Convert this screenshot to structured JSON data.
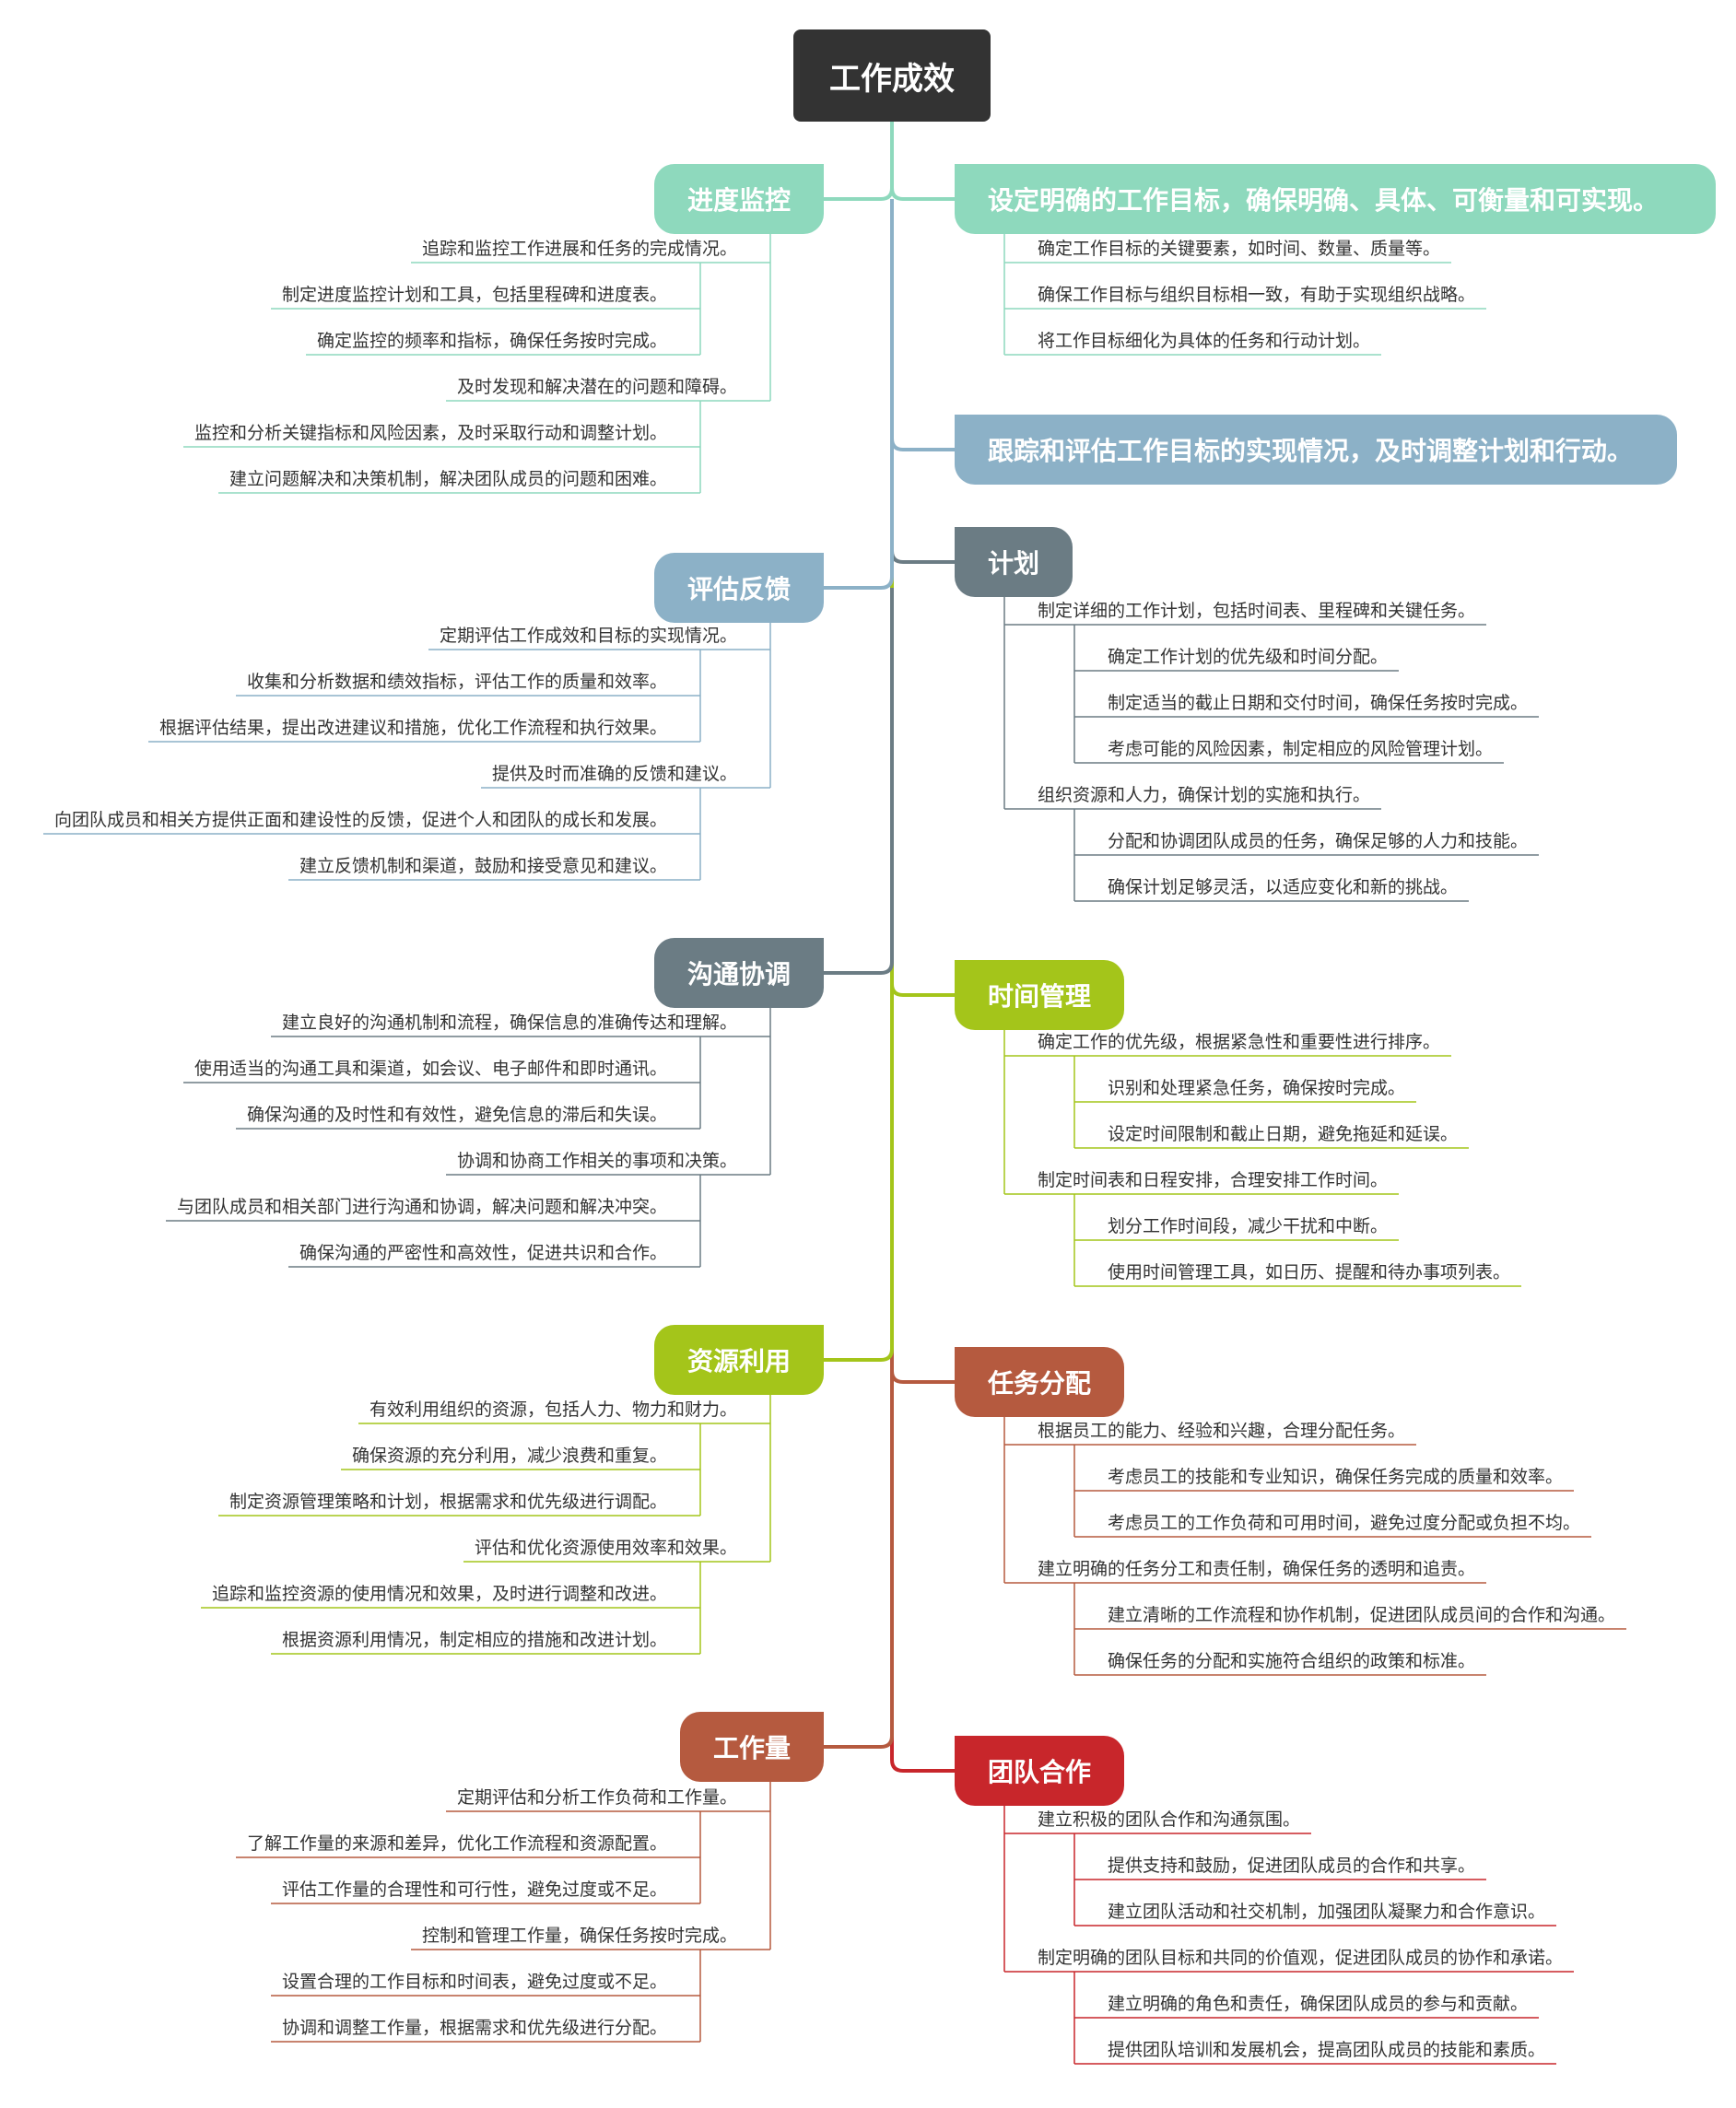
{
  "root": "工作成效",
  "colors": {
    "teal": "#8ed9bd",
    "blue": "#8cb1c7",
    "slate": "#6b7c84",
    "green": "#a4c51a",
    "brick": "#b55a3f",
    "red": "#c8262b"
  },
  "right": [
    {
      "id": "goal",
      "title": "设定明确的工作目标，确保明确、具体、可衡量和可实现。",
      "color": "#8ed9bd",
      "children": [
        {
          "text": "确定工作目标的关键要素，如时间、数量、质量等。",
          "children": []
        },
        {
          "text": "确保工作目标与组织目标相一致，有助于实现组织战略。",
          "children": []
        },
        {
          "text": "将工作目标细化为具体的任务和行动计划。",
          "children": []
        }
      ]
    },
    {
      "id": "track",
      "title": "跟踪和评估工作目标的实现情况，及时调整计划和行动。",
      "color": "#8cb1c7",
      "children": []
    },
    {
      "id": "plan",
      "title": "计划",
      "color": "#6b7c84",
      "children": [
        {
          "text": "制定详细的工作计划，包括时间表、里程碑和关键任务。",
          "children": [
            "确定工作计划的优先级和时间分配。",
            "制定适当的截止日期和交付时间，确保任务按时完成。",
            "考虑可能的风险因素，制定相应的风险管理计划。"
          ]
        },
        {
          "text": "组织资源和人力，确保计划的实施和执行。",
          "children": [
            "分配和协调团队成员的任务，确保足够的人力和技能。",
            "确保计划足够灵活，以适应变化和新的挑战。"
          ]
        }
      ]
    },
    {
      "id": "time",
      "title": "时间管理",
      "color": "#a4c51a",
      "children": [
        {
          "text": "确定工作的优先级，根据紧急性和重要性进行排序。",
          "children": [
            "识别和处理紧急任务，确保按时完成。",
            "设定时间限制和截止日期，避免拖延和延误。"
          ]
        },
        {
          "text": "制定时间表和日程安排，合理安排工作时间。",
          "children": [
            "划分工作时间段，减少干扰和中断。",
            "使用时间管理工具，如日历、提醒和待办事项列表。"
          ]
        }
      ]
    },
    {
      "id": "assign",
      "title": "任务分配",
      "color": "#b55a3f",
      "children": [
        {
          "text": "根据员工的能力、经验和兴趣，合理分配任务。",
          "children": [
            "考虑员工的技能和专业知识，确保任务完成的质量和效率。",
            "考虑员工的工作负荷和可用时间，避免过度分配或负担不均。"
          ]
        },
        {
          "text": "建立明确的任务分工和责任制，确保任务的透明和追责。",
          "children": [
            "建立清晰的工作流程和协作机制，促进团队成员间的合作和沟通。",
            "确保任务的分配和实施符合组织的政策和标准。"
          ]
        }
      ]
    },
    {
      "id": "team",
      "title": "团队合作",
      "color": "#c8262b",
      "children": [
        {
          "text": "建立积极的团队合作和沟通氛围。",
          "children": [
            "提供支持和鼓励，促进团队成员的合作和共享。",
            "建立团队活动和社交机制，加强团队凝聚力和合作意识。"
          ]
        },
        {
          "text": "制定明确的团队目标和共同的价值观，促进团队成员的协作和承诺。",
          "children": [
            "建立明确的角色和责任，确保团队成员的参与和贡献。",
            "提供团队培训和发展机会，提高团队成员的技能和素质。"
          ]
        }
      ]
    }
  ],
  "left": [
    {
      "id": "progress",
      "title": "进度监控",
      "color": "#8ed9bd",
      "children": [
        {
          "text": "追踪和监控工作进展和任务的完成情况。",
          "children": [
            "制定进度监控计划和工具，包括里程碑和进度表。",
            "确定监控的频率和指标，确保任务按时完成。"
          ]
        },
        {
          "text": "及时发现和解决潜在的问题和障碍。",
          "children": [
            "监控和分析关键指标和风险因素，及时采取行动和调整计划。",
            "建立问题解决和决策机制，解决团队成员的问题和困难。"
          ]
        }
      ]
    },
    {
      "id": "feedback",
      "title": "评估反馈",
      "color": "#8cb1c7",
      "children": [
        {
          "text": "定期评估工作成效和目标的实现情况。",
          "children": [
            "收集和分析数据和绩效指标，评估工作的质量和效率。",
            "根据评估结果，提出改进建议和措施，优化工作流程和执行效果。"
          ]
        },
        {
          "text": "提供及时而准确的反馈和建议。",
          "children": [
            "向团队成员和相关方提供正面和建设性的反馈，促进个人和团队的成长和发展。",
            "建立反馈机制和渠道，鼓励和接受意见和建议。"
          ]
        }
      ]
    },
    {
      "id": "comm",
      "title": "沟通协调",
      "color": "#6b7c84",
      "children": [
        {
          "text": "建立良好的沟通机制和流程，确保信息的准确传达和理解。",
          "children": [
            "使用适当的沟通工具和渠道，如会议、电子邮件和即时通讯。",
            "确保沟通的及时性和有效性，避免信息的滞后和失误。"
          ]
        },
        {
          "text": "协调和协商工作相关的事项和决策。",
          "children": [
            "与团队成员和相关部门进行沟通和协调，解决问题和解决冲突。",
            "确保沟通的严密性和高效性，促进共识和合作。"
          ]
        }
      ]
    },
    {
      "id": "resource",
      "title": "资源利用",
      "color": "#a4c51a",
      "children": [
        {
          "text": "有效利用组织的资源，包括人力、物力和财力。",
          "children": [
            "确保资源的充分利用，减少浪费和重复。",
            "制定资源管理策略和计划，根据需求和优先级进行调配。"
          ]
        },
        {
          "text": "评估和优化资源使用效率和效果。",
          "children": [
            "追踪和监控资源的使用情况和效果，及时进行调整和改进。",
            "根据资源利用情况，制定相应的措施和改进计划。"
          ]
        }
      ]
    },
    {
      "id": "workload",
      "title": "工作量",
      "color": "#b55a3f",
      "children": [
        {
          "text": "定期评估和分析工作负荷和工作量。",
          "children": [
            "了解工作量的来源和差异，优化工作流程和资源配置。",
            "评估工作量的合理性和可行性，避免过度或不足。"
          ]
        },
        {
          "text": "控制和管理工作量，确保任务按时完成。",
          "children": [
            "设置合理的工作目标和时间表，避免过度或不足。",
            "协调和调整工作量，根据需求和优先级进行分配。"
          ]
        }
      ]
    }
  ]
}
